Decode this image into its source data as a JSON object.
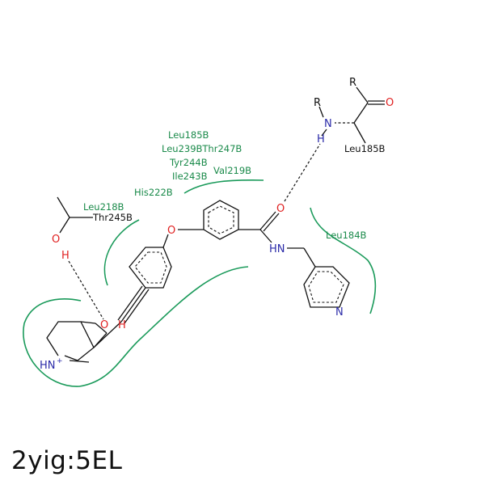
{
  "caption": "2yig:5EL",
  "residues": {
    "leu185_top": "Leu185B",
    "leu239_thr247": "Leu239BThr247B",
    "tyr244": "Tyr244B",
    "val219": "Val219B",
    "ile243": "Ile243B",
    "his222": "His222B",
    "leu218": "Leu218B",
    "thr245": "Thr245B",
    "leu184": "Leu184B",
    "leu185_backbone": "Leu185B"
  },
  "atoms": {
    "r_top": "R",
    "r_left": "R",
    "o_carbonyl": "O",
    "n_backbone": "N",
    "h_backbone": "H",
    "o_amide": "O",
    "nh_amide": "HN",
    "n_pyridine": "N",
    "o_ether": "O",
    "o_thr": "O",
    "h_thr": "H",
    "o_ligand": "O",
    "h_ligand": "H",
    "nh_plus": "HN",
    "plus": "+"
  },
  "colors": {
    "contact_arc": "#1a9a5a",
    "residue_label": "#1a8a4a",
    "oxygen": "#e02020",
    "nitrogen": "#2a2aa8"
  }
}
